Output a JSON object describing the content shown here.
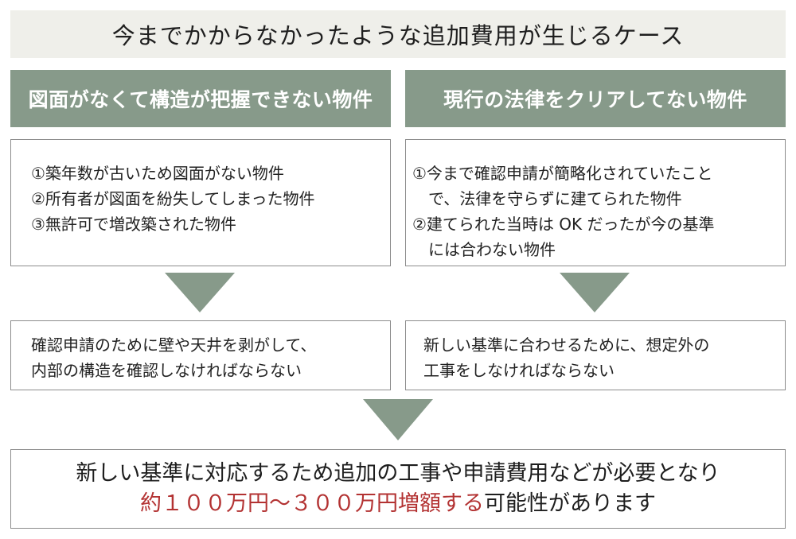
{
  "title": "今までかからなかったような追加費用が生じるケース",
  "columns": [
    {
      "header": "図面がなくて構造が把握できない物件",
      "causes": [
        "①築年数が古いため図面がない物件",
        "②所有者が図面を紛失してしまった物件",
        "③無許可で増改築された物件"
      ],
      "result_lines": [
        "確認申請のために壁や天井を剥がして、",
        "内部の構造を確認しなければならない"
      ]
    },
    {
      "header": "現行の法律をクリアしてない物件",
      "causes": [
        "①今まで確認申請が簡略化されていたこと",
        "で、法律を守らずに建てられた物件",
        "②建てられた当時は OK だったが今の基準",
        "には合わない物件"
      ],
      "result_lines": [
        "新しい基準に合わせるために、想定外の",
        "工事をしなければならない"
      ]
    }
  ],
  "conclusion": {
    "line1": "新しい基準に対応するため追加の工事や申請費用などが必要となり",
    "line2_highlight": "約１００万円〜３００万円増額する",
    "line2_rest": "可能性があります"
  },
  "colors": {
    "header_bg": "#879a8a",
    "arrow": "#879a8a",
    "title_bg": "#efefea",
    "highlight": "#b33232"
  }
}
